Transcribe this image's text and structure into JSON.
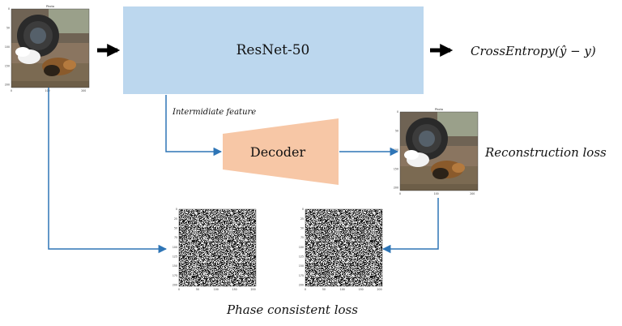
{
  "colors": {
    "resnet_fill": "#bcd7ee",
    "decoder_fill": "#f7c7a6",
    "arrow_blue": "#2e75b6",
    "arrow_black": "#000000"
  },
  "input_image": {
    "title": "Photo",
    "yticks": [
      "0",
      "50",
      "100",
      "150",
      "200"
    ],
    "xticks": [
      "0",
      "100",
      "200"
    ]
  },
  "recon_image": {
    "title": "Photo",
    "yticks": [
      "0",
      "50",
      "100",
      "150",
      "200"
    ],
    "xticks": [
      "0",
      "100",
      "200"
    ]
  },
  "resnet": {
    "label": "ResNet-50"
  },
  "loss_ce": {
    "text": "CrossEntropy(ŷ − y)"
  },
  "feature_label": {
    "text": "Intermidiate feature"
  },
  "decoder": {
    "label": "Decoder"
  },
  "recon_loss": {
    "text": "Reconstruction loss"
  },
  "noise_left": {
    "yticks": [
      "0",
      "25",
      "50",
      "75",
      "100",
      "125",
      "150",
      "175",
      "200"
    ],
    "xticks": [
      "0",
      "50",
      "100",
      "150",
      "200"
    ]
  },
  "noise_right": {
    "yticks": [
      "0",
      "25",
      "50",
      "75",
      "100",
      "125",
      "150",
      "175",
      "200"
    ],
    "xticks": [
      "0",
      "50",
      "100",
      "150",
      "200"
    ]
  },
  "phase_loss": {
    "text": "Phase consistent loss"
  }
}
